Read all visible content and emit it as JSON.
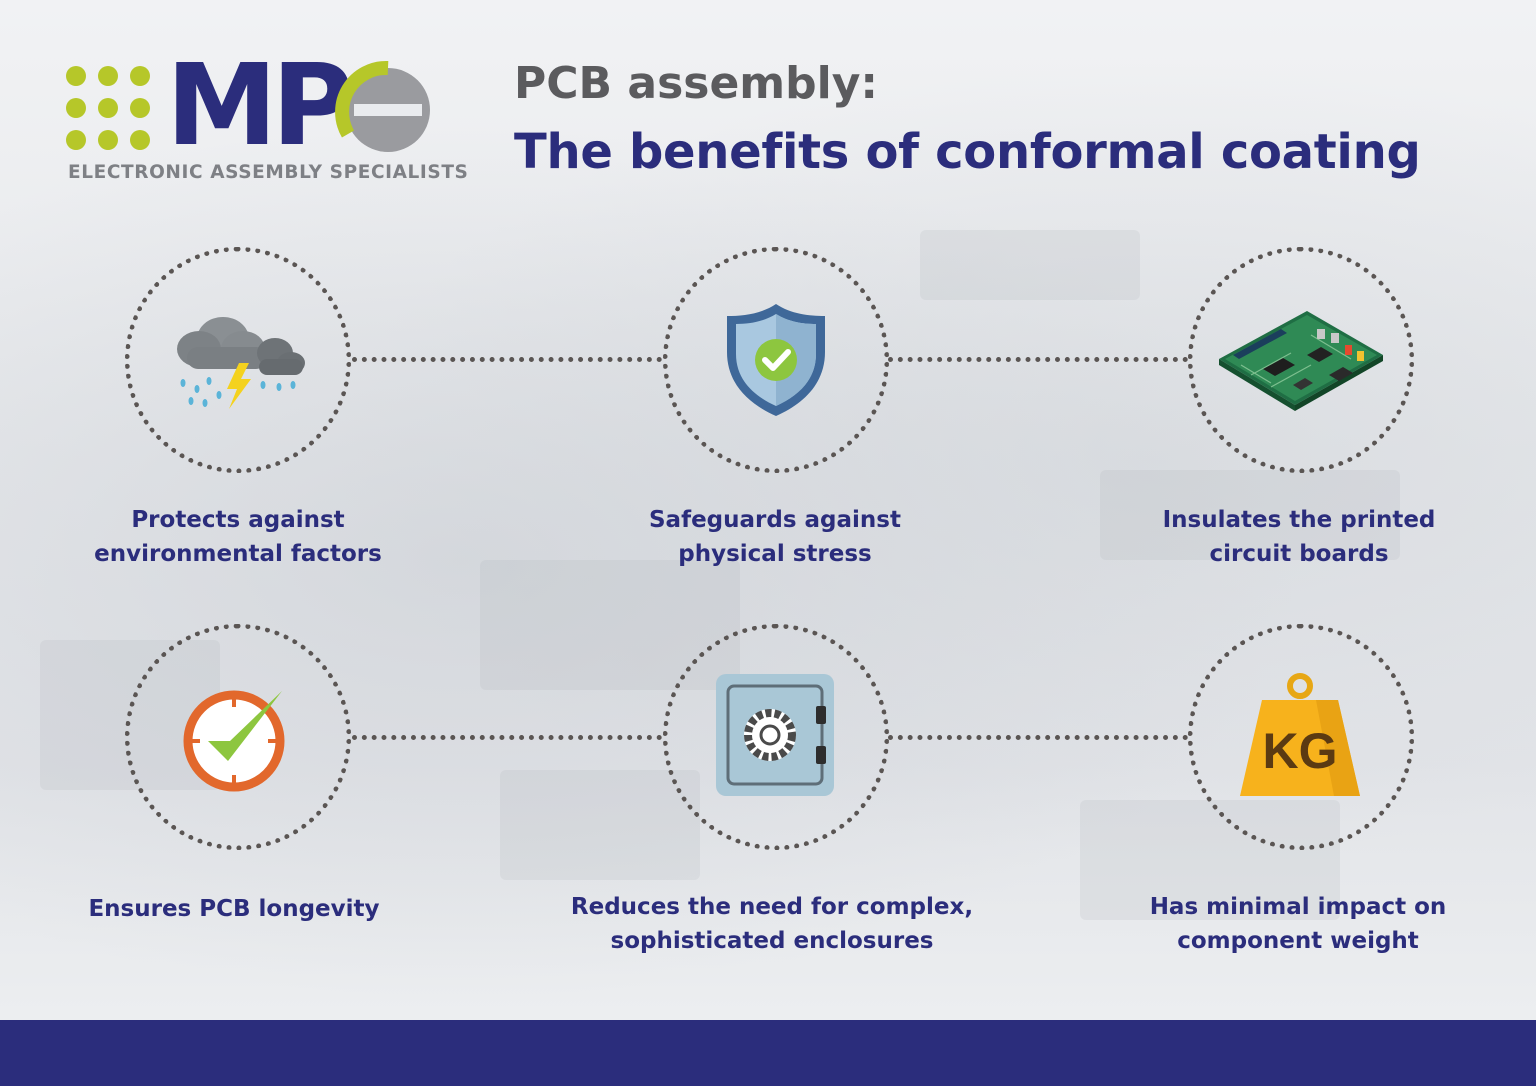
{
  "logo": {
    "wordmark": "MPe",
    "tagline": "ELECTRONIC ASSEMBLY SPECIALISTS"
  },
  "title": {
    "line1": "PCB assembly:",
    "line2": "The benefits of conformal coating"
  },
  "benefits": [
    {
      "icon": "storm-cloud-icon",
      "lines": [
        "Protects against",
        "environmental factors"
      ]
    },
    {
      "icon": "shield-check-icon",
      "lines": [
        "Safeguards against",
        "physical stress"
      ]
    },
    {
      "icon": "circuit-board-icon",
      "lines": [
        "Insulates the printed",
        "circuit boards"
      ]
    },
    {
      "icon": "clock-check-icon",
      "lines": [
        "Ensures PCB longevity"
      ]
    },
    {
      "icon": "safe-icon",
      "lines": [
        "Reduces the need for complex,",
        "sophisticated enclosures"
      ]
    },
    {
      "icon": "kg-weight-icon",
      "lines": [
        "Has minimal impact on",
        "component weight"
      ],
      "weight_text": "KG"
    }
  ],
  "colors": {
    "brand_navy": "#2b2d7c",
    "brand_green": "#b6c729",
    "title_gray": "#5b5b5e",
    "dotted_line": "#5a5553"
  }
}
